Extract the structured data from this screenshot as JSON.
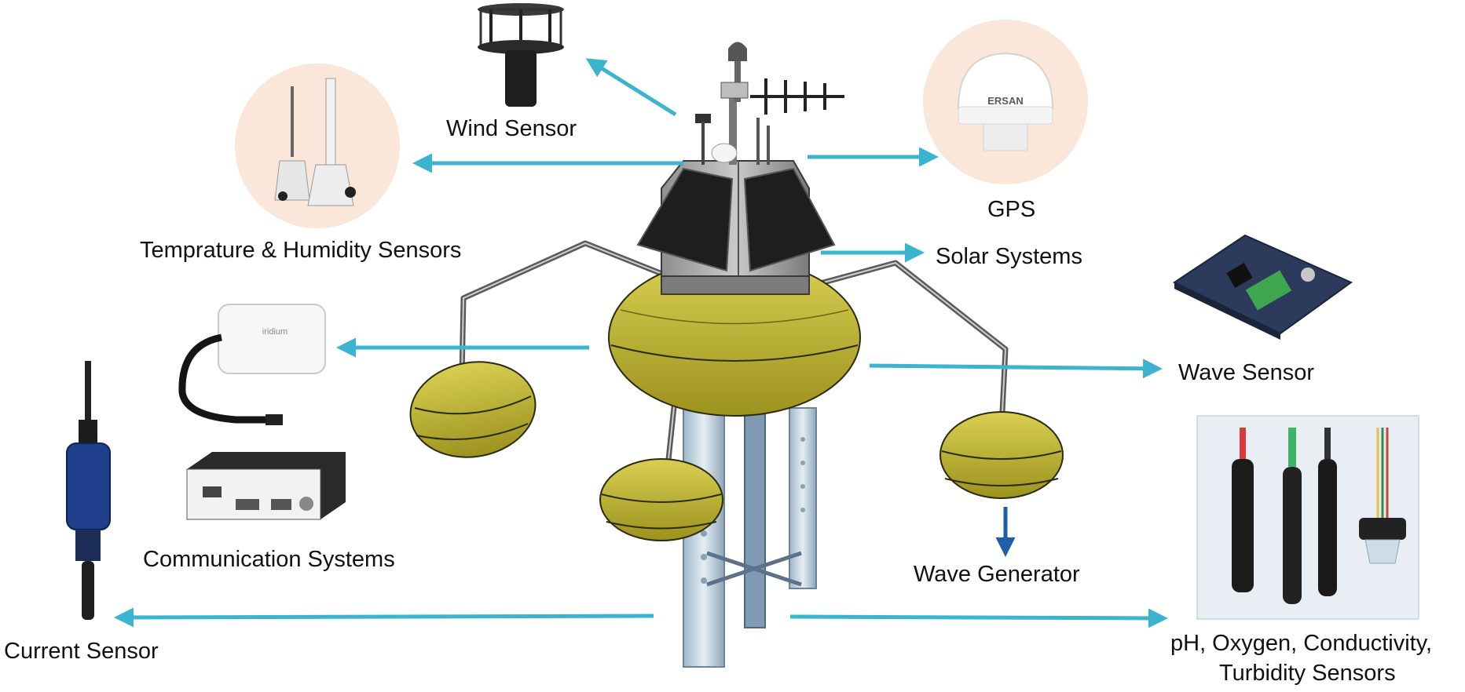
{
  "labels": {
    "wind": "Wind Sensor",
    "temp_humidity": "Temprature & Humidity Sensors",
    "gps": "GPS",
    "solar": "Solar Systems",
    "wave_sensor": "Wave Sensor",
    "communication": "Communication Systems",
    "wave_generator": "Wave Generator",
    "current": "Current Sensor",
    "water_quality_line1": "pH, Oxygen, Conductivity,",
    "water_quality_line2": "Turbidity Sensors"
  },
  "device_text": {
    "gps_brand": "ERSAN",
    "iridium_brand": "iridium"
  },
  "colors": {
    "arrow": "#3CB4CF",
    "arrow_down": "#1F5FA8",
    "buoy_yellow": "#B9AE2C",
    "circle_bg": "#FBE6DA",
    "panel_bg": "#E8EEF3"
  }
}
